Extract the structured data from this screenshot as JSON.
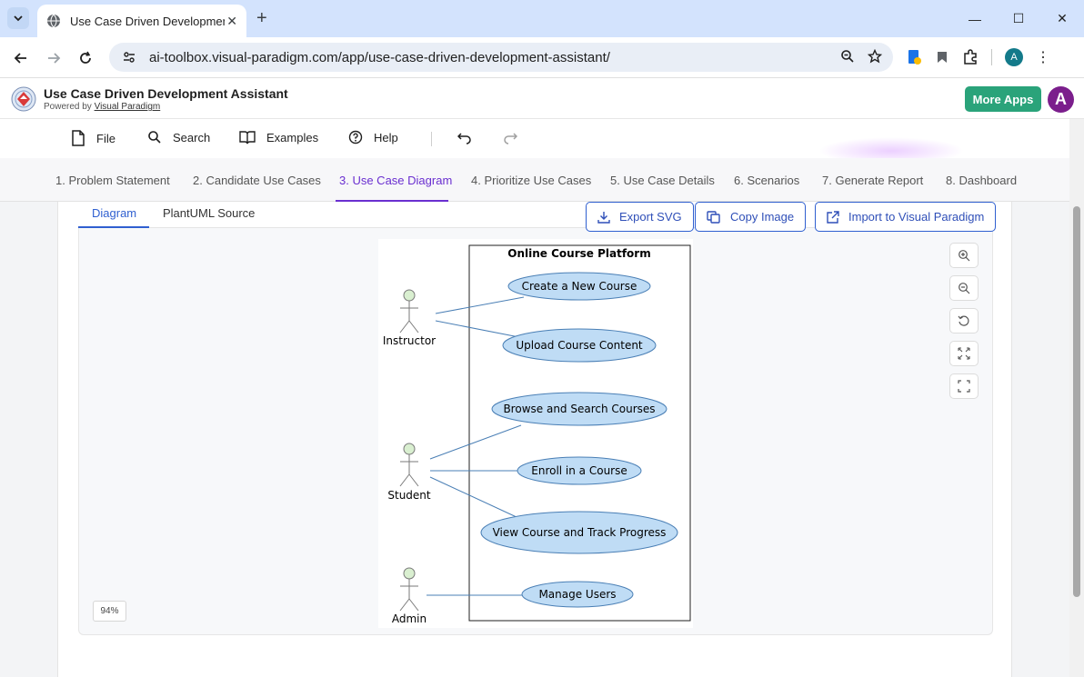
{
  "browser": {
    "tab_title": "Use Case Driven Development Assistant",
    "url": "ai-toolbox.visual-paradigm.com/app/use-case-driven-development-assistant/",
    "profile_initial": "A"
  },
  "app": {
    "title": "Use Case Driven Development Assistant",
    "powered_by": "Powered by",
    "powered_link": "Visual Paradigm",
    "more_apps": "More Apps",
    "user_initial": "A"
  },
  "toolbar": {
    "file": "File",
    "search": "Search",
    "examples": "Examples",
    "help": "Help"
  },
  "steps": [
    "1. Problem Statement",
    "2. Candidate Use Cases",
    "3. Use Case Diagram",
    "4. Prioritize Use Cases",
    "5. Use Case Details",
    "6. Scenarios",
    "7. Generate Report",
    "8. Dashboard"
  ],
  "subtabs": [
    "Diagram",
    "PlantUML Source"
  ],
  "diagram": {
    "system_name": "Online Course Platform",
    "actors": [
      "Instructor",
      "Student",
      "Admin"
    ],
    "use_cases": [
      "Create a New Course",
      "Upload Course Content",
      "Browse and Search Courses",
      "Enroll in a Course",
      "View Course and Track Progress",
      "Manage Users"
    ]
  },
  "zoom": "94%",
  "actions": {
    "export_svg": "Export SVG",
    "copy_image": "Copy Image",
    "import_vp": "Import to Visual Paradigm"
  },
  "colors": {
    "accent_purple": "#6a2fd0",
    "accent_blue": "#2f5fd0",
    "more_apps_green": "#2aa37a",
    "usecase_fill": "#bfdcf5"
  }
}
